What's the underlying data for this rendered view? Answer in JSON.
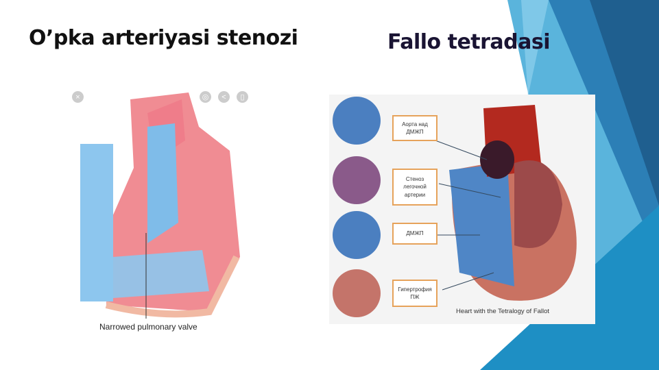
{
  "slide": {
    "left_title": "O’pka arteriyasi stenozi",
    "right_title": "Fallo tetradasi"
  },
  "left_figure": {
    "caption": "Narrowed pulmonary valve",
    "icons": [
      "close-icon",
      "lens-icon",
      "share-icon",
      "bookmark-icon"
    ]
  },
  "right_figure": {
    "caption": "Heart with the Tetralogy of Fallot",
    "labels": [
      "Аорта над ДМЖП",
      "Стеноз легочной артерии",
      "ДМЖП",
      "Гипертрофия ПЖ"
    ]
  },
  "colors": {
    "accent_blue": "#1e8fc4",
    "dark_blue": "#1f5f8f",
    "label_border": "#e6a25a"
  }
}
